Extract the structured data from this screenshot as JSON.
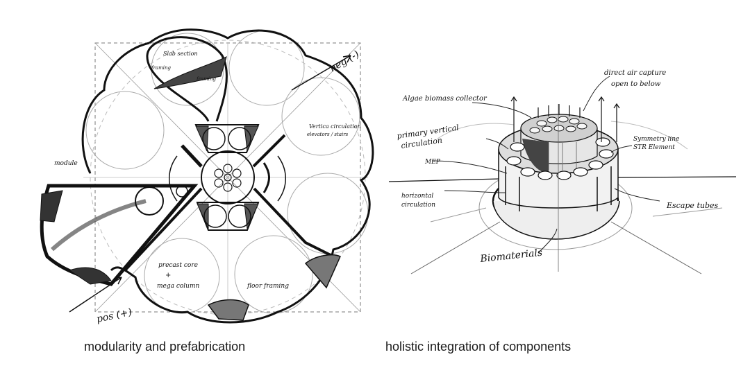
{
  "left_panel": {
    "caption": "modularity and prefabrication",
    "annotations": {
      "slab_section": "Slab section",
      "framing_a": "framing",
      "framing_b": "framing",
      "neg": "neg (-)",
      "vertical_circulation": "Vertica circulation",
      "elevators_stairs": "elevators / stairs",
      "module": "module",
      "precast_core": "precast core",
      "plus": "+",
      "mega_column": "mega column",
      "floor_framing": "floor framing",
      "pos": "pos (+)"
    }
  },
  "right_panel": {
    "caption": "holistic integration of components",
    "annotations": {
      "algae": "Algae biomass collector",
      "direct_air": "direct air capture",
      "open_below": "open to below",
      "primary_vertical": "primary vertical",
      "circulation": "circulation",
      "mep": "MEP",
      "symmetry": "Symmetry line",
      "str_element": "STR Element",
      "horizontal": "horizontal",
      "horizontal_circ": "circulation",
      "escape": "Escape tubes",
      "biomaterials": "Biomaterials"
    }
  }
}
